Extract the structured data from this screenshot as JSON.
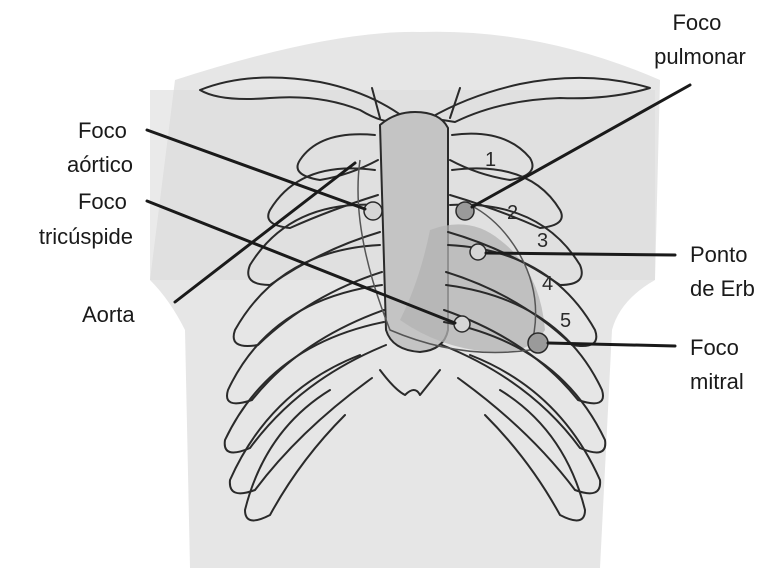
{
  "labels": {
    "foco_aortico": [
      "Foco",
      "aórtico"
    ],
    "foco_tricuspide": [
      "Foco",
      "tricúspide"
    ],
    "aorta": "Aorta",
    "foco_pulmonar": [
      "Foco",
      "pulmonar"
    ],
    "ponto_de_erb": [
      "Ponto",
      "de Erb"
    ],
    "foco_mitral": [
      "Foco",
      "mitral"
    ]
  },
  "intercostal_numbers": [
    "1",
    "2",
    "3",
    "4",
    "5"
  ],
  "colors": {
    "background_body": "#e6e6e6",
    "heart_shading": "#b3b3b3",
    "focus_marker": "#9a9a9a",
    "outline": "#2a2a2a"
  }
}
